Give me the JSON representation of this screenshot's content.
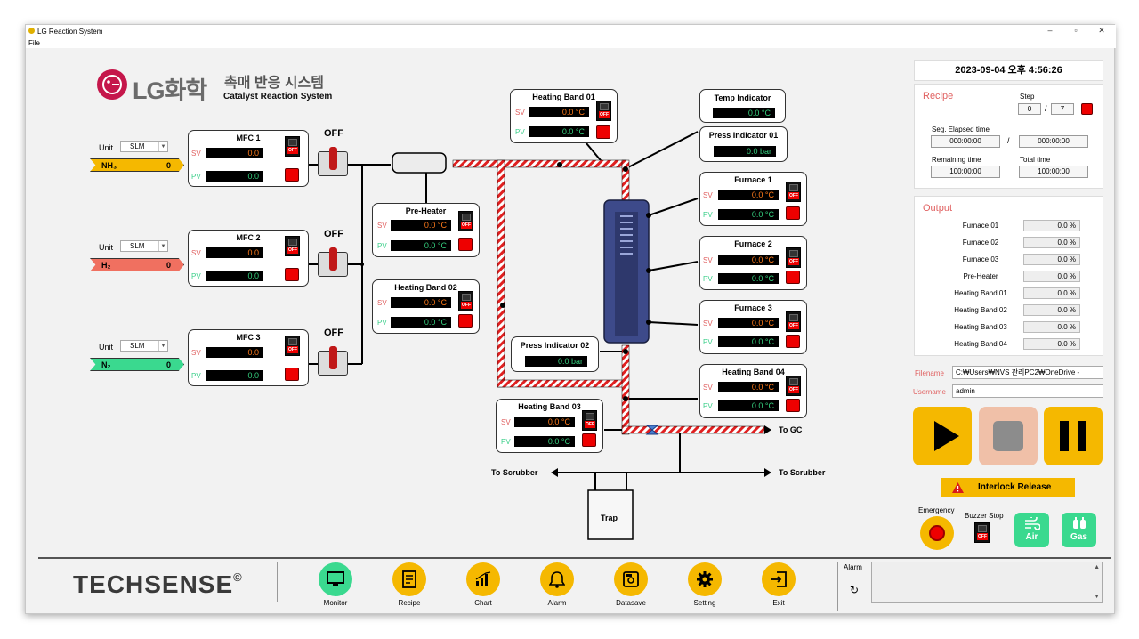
{
  "window": {
    "title": "LG Reaction System",
    "menu_file": "File"
  },
  "header": {
    "brand": "LG화학",
    "title_kr": "촉매 반응 시스템",
    "title_en": "Catalyst Reaction System"
  },
  "datetime": "2023-09-04 오후 4:56:26",
  "gas_lines": [
    {
      "unit_label": "Unit",
      "unit": "SLM",
      "gas": "NH₃",
      "value": "0",
      "color": "#f5b800"
    },
    {
      "unit_label": "Unit",
      "unit": "SLM",
      "gas": "H₂",
      "value": "0",
      "color": "#f07060"
    },
    {
      "unit_label": "Unit",
      "unit": "SLM",
      "gas": "N₂",
      "value": "0",
      "color": "#3ad98f"
    }
  ],
  "mfcs": [
    {
      "title": "MFC 1",
      "sv": "0.0",
      "pv": "0.0",
      "valve": "OFF"
    },
    {
      "title": "MFC 2",
      "sv": "0.0",
      "pv": "0.0",
      "valve": "OFF"
    },
    {
      "title": "MFC 3",
      "sv": "0.0",
      "pv": "0.0",
      "valve": "OFF"
    }
  ],
  "labels": {
    "sv": "SV",
    "pv": "PV",
    "off": "OFF"
  },
  "preheater": {
    "title": "Pre-Heater",
    "sv": "0.0 °C",
    "pv": "0.0 °C"
  },
  "hb01": {
    "title": "Heating Band 01",
    "sv": "0.0 °C",
    "pv": "0.0 °C"
  },
  "hb02": {
    "title": "Heating Band 02",
    "sv": "0.0 °C",
    "pv": "0.0 °C"
  },
  "hb03": {
    "title": "Heating Band 03",
    "sv": "0.0 °C",
    "pv": "0.0 °C"
  },
  "hb04": {
    "title": "Heating Band 04",
    "sv": "0.0 °C",
    "pv": "0.0 °C"
  },
  "temp_indicator": {
    "title": "Temp Indicator",
    "value": "0.0 °C"
  },
  "press01": {
    "title": "Press Indicator 01",
    "value": "0.0 bar"
  },
  "press02": {
    "title": "Press Indicator 02",
    "value": "0.0 bar"
  },
  "furnace1": {
    "title": "Furnace 1",
    "sv": "0.0 °C",
    "pv": "0.0 °C"
  },
  "furnace2": {
    "title": "Furnace 2",
    "sv": "0.0 °C",
    "pv": "0.0 °C"
  },
  "furnace3": {
    "title": "Furnace 3",
    "sv": "0.0 °C",
    "pv": "0.0 °C"
  },
  "flow_labels": {
    "to_gc": "To GC",
    "scrubber_left": "To Scrubber",
    "scrubber_right": "To Scrubber",
    "trap": "Trap"
  },
  "recipe": {
    "title": "Recipe",
    "step_label": "Step",
    "step": "0",
    "step_sep": "/",
    "step_total": "7",
    "seg_label": "Seg. Elapsed time",
    "seg": "000:00:00",
    "seg_sep": "/",
    "seg_total": "000:00:00",
    "remain_label": "Remaining time",
    "remain": "100:00:00",
    "total_label": "Total time",
    "total": "100:00:00"
  },
  "output": {
    "title": "Output",
    "rows": [
      {
        "name": "Furnace 01",
        "value": "0.0 %"
      },
      {
        "name": "Furnace 02",
        "value": "0.0 %"
      },
      {
        "name": "Furnace 03",
        "value": "0.0 %"
      },
      {
        "name": "Pre-Heater",
        "value": "0.0 %"
      },
      {
        "name": "Heating Band 01",
        "value": "0.0 %"
      },
      {
        "name": "Heating Band 02",
        "value": "0.0 %"
      },
      {
        "name": "Heating Band 03",
        "value": "0.0 %"
      },
      {
        "name": "Heating Band 04",
        "value": "0.0 %"
      }
    ]
  },
  "fields": {
    "filename_label": "Filename",
    "filename": "C:₩Users₩NVS 관리PC2₩OneDrive -",
    "username_label": "Username",
    "username": "admin"
  },
  "interlock": "Interlock Release",
  "controls": {
    "emergency": "Emergency",
    "buzzer": "Buzzer Stop",
    "air": "Air",
    "gas": "Gas"
  },
  "footer": {
    "brand": "TECHSENSE",
    "copyright": "©",
    "nav": [
      {
        "label": "Monitor",
        "icon": "monitor-icon"
      },
      {
        "label": "Recipe",
        "icon": "recipe-icon"
      },
      {
        "label": "Chart",
        "icon": "chart-icon"
      },
      {
        "label": "Alarm",
        "icon": "bell-icon"
      },
      {
        "label": "Datasave",
        "icon": "save-icon"
      },
      {
        "label": "Setting",
        "icon": "gear-icon"
      },
      {
        "label": "Exit",
        "icon": "exit-icon"
      }
    ],
    "alarm_label": "Alarm"
  },
  "colors": {
    "accent_orange": "#f5b800",
    "alarm_red": "#e00000",
    "nav_green": "#3ad98f",
    "heater_red": "#e02020"
  }
}
